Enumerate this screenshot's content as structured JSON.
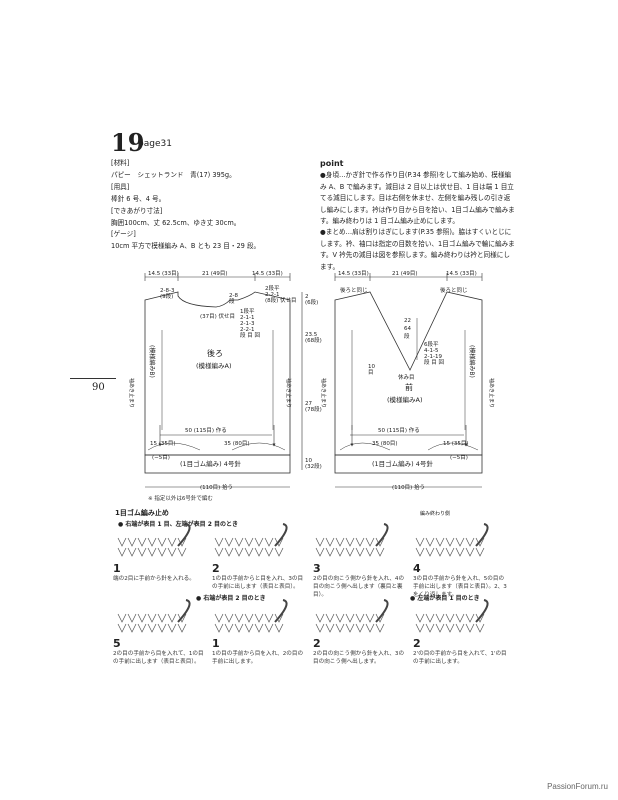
{
  "page": {
    "pattern_number": "19",
    "page_ref": "page31",
    "side_page_number": "90",
    "watermark": "PassionForum.ru"
  },
  "materials": [
    "[材料]",
    "パピー　シェットランド　青(17) 395g。",
    "[用具]",
    "棒針 6 号、4 号。",
    "[できあがり寸法]",
    "胸囲100cm、丈 62.5cm、ゆき丈 30cm。",
    "[ゲージ]",
    "10cm 平方で模様編み A、B とも 23 目・29 段。"
  ],
  "point": {
    "heading": "point",
    "paragraphs": [
      "●身頃…かぎ針で作る作り目(P.34 参照)をして編み始め、模様編み A、B で編みます。減目は 2 目以上は伏せ目、1 目は端 1 目立てる減目にします。目は右側を休ませ、左側を編み残しの引き返し編みにします。衿は作り目から目を拾い、1目ゴム編みで編みます。編み終わりは 1 目ゴム編み止めにします。",
      "●まとめ…肩は割りはぎにします(P.35 参照)。脇はすくいとじにします。衿、袖口は指定の目数を拾い、1目ゴム編みで輪に編みます。V 衿先の減目は図を参照します。編み終わりは衿と同様にします。"
    ]
  },
  "back": {
    "top_left": "14.5 (33目)",
    "top_mid": "21 (49目)",
    "top_right": "14.5 (33目)",
    "shoulder_left_a": "2-8-3",
    "shoulder_left_b": "(9段)",
    "neck_small_a": "2-8",
    "neck_small_b": "段",
    "neck_right_a": "2段平",
    "neck_right_b": "2-2-1",
    "neck_right_c": "(8段) 伏せ目",
    "rest_label": "(37目) 伏せ目",
    "dec_a": "1段平",
    "dec_b": "2-1-1",
    "dec_c": "2-1-3",
    "dec_d": "2-2-1",
    "dec_e": "段 目 回",
    "side_top_a": "2",
    "side_top_b": "(6段)",
    "height_a": "23.5",
    "height_b": "(68段)",
    "height_c": "27",
    "height_d": "(78段)",
    "height_e": "10",
    "height_f": "(32段)",
    "title": "後ろ",
    "pattern": "(模様編みA)",
    "band": "(模様編みB)",
    "sleeve_end": "袖あき止まり",
    "cast_on": "50 (115目) 作る",
    "mid_width": "35 (80目)",
    "lower_width": "15 (35目)",
    "lower_dec": "(−5目)",
    "rib": "(1目ゴム編み) 4号針",
    "bottom": "(110目) 拾う"
  },
  "front": {
    "top_left": "14.5 (33目)",
    "top_mid": "21 (49目)",
    "top_right": "14.5 (33目)",
    "label_left": "後ろと同じ",
    "label_right": "後ろと同じ",
    "v_a": "22",
    "v_b": "64",
    "v_c": "段",
    "v_dec_a": "6段平",
    "v_dec_b": "4-1-5",
    "v_dec_c": "2-1-19",
    "v_dec_d": "段 目 回",
    "rest_a": "10",
    "rest_b": "目",
    "rest_c": "休み目",
    "title": "前",
    "pattern": "(模様編みA)",
    "band": "(模様編みB)",
    "sleeve_end": "袖あき止まり",
    "cast_on": "50 (115目) 作る",
    "mid_width": "35 (80目)",
    "lower_width": "15 (35目)",
    "lower_dec": "(−5目)",
    "rib": "(1目ゴム編み) 4号針",
    "bottom": "(110目) 拾う"
  },
  "note": "※ 指定以外は6号針で編む",
  "bind_off": {
    "title": "1目ゴム編み止め",
    "case1": "● 右端が表目 1 目、左端が表目 2 目のとき",
    "case2": "● 右端が表目 2 目のとき",
    "case3": "● 左端が表目 1 目のとき",
    "end_label": "編み終わり側",
    "steps": [
      {
        "num": "1",
        "text": "端の2目に手前から針を入れる。"
      },
      {
        "num": "2",
        "text": "1の目の手前からと目を入れ、3の目の手前に出します（表目と表目）。"
      },
      {
        "num": "3",
        "text": "2の目の向こう側から針を入れ、4の目の向こう側へ出します（裏目と裏目）。"
      },
      {
        "num": "4",
        "text": "3の目の手前から針を入れ、5の目の手前に出します（表目と表目）。2、3をくり返します。"
      },
      {
        "num": "5",
        "text": "2の目の手前から目を入れて、1の目の手前に出します（表目と表目）。"
      },
      {
        "num": "1",
        "text": "1の目の手前から目を入れ、2の目の手前に出します。"
      },
      {
        "num": "2",
        "text": "2の目の向こう側から針を入れ、3の目の向こう側へ出します。"
      },
      {
        "num": "2",
        "text": "2'の目の手前から目を入れて、1'の目の手前に出します。"
      }
    ]
  }
}
